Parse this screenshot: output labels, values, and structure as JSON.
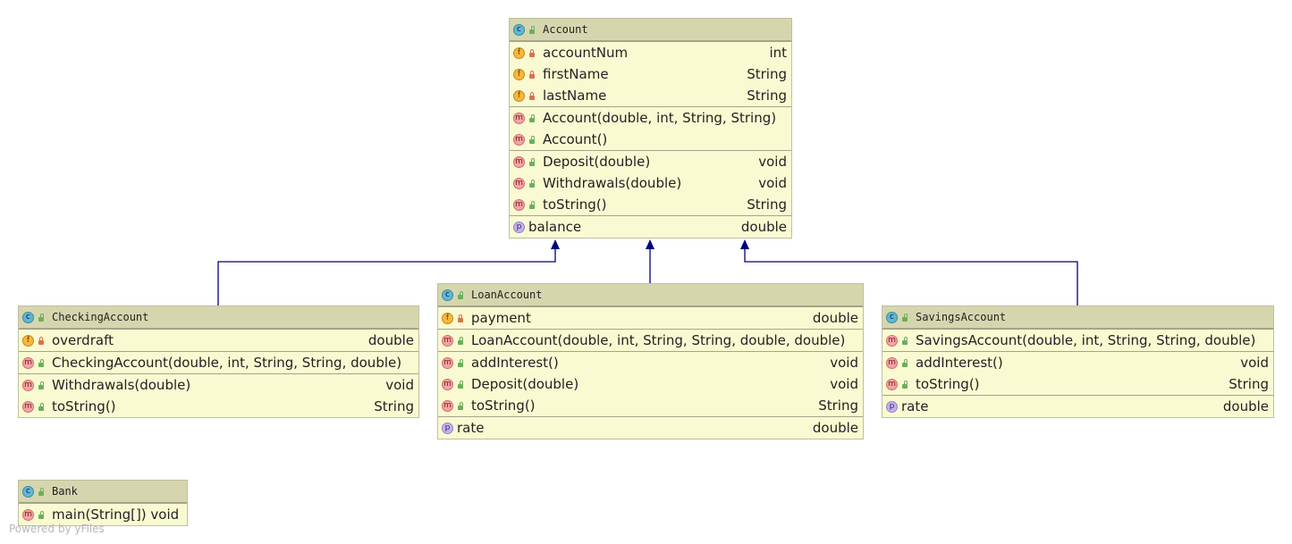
{
  "classes": {
    "account": {
      "name": "Account",
      "fields": [
        {
          "name": "accountNum",
          "type": "int"
        },
        {
          "name": "firstName",
          "type": "String"
        },
        {
          "name": "lastName",
          "type": "String"
        }
      ],
      "constructors": [
        {
          "name": "Account(double, int, String, String)"
        },
        {
          "name": "Account()"
        }
      ],
      "methods": [
        {
          "name": "Deposit(double)",
          "type": "void"
        },
        {
          "name": "Withdrawals(double)",
          "type": "void"
        },
        {
          "name": "toString()",
          "type": "String"
        }
      ],
      "properties": [
        {
          "name": "balance",
          "type": "double"
        }
      ]
    },
    "checking": {
      "name": "CheckingAccount",
      "fields": [
        {
          "name": "overdraft",
          "type": "double"
        }
      ],
      "constructors": [
        {
          "name": "CheckingAccount(double, int, String, String, double)"
        }
      ],
      "methods": [
        {
          "name": "Withdrawals(double)",
          "type": "void"
        },
        {
          "name": "toString()",
          "type": "String"
        }
      ]
    },
    "loan": {
      "name": "LoanAccount",
      "fields": [
        {
          "name": "payment",
          "type": "double"
        }
      ],
      "constructors": [
        {
          "name": "LoanAccount(double, int, String, String, double, double)"
        }
      ],
      "methods": [
        {
          "name": "addInterest()",
          "type": "void"
        },
        {
          "name": "Deposit(double)",
          "type": "void"
        },
        {
          "name": "toString()",
          "type": "String"
        }
      ],
      "properties": [
        {
          "name": "rate",
          "type": "double"
        }
      ]
    },
    "savings": {
      "name": "SavingsAccount",
      "constructors": [
        {
          "name": "SavingsAccount(double, int, String, String, double)"
        }
      ],
      "methods": [
        {
          "name": "addInterest()",
          "type": "void"
        },
        {
          "name": "toString()",
          "type": "String"
        }
      ],
      "properties": [
        {
          "name": "rate",
          "type": "double"
        }
      ]
    },
    "bank": {
      "name": "Bank",
      "methods": [
        {
          "name": "main(String[]) void"
        }
      ]
    }
  },
  "badges": {
    "class": "c",
    "field": "f",
    "method": "m",
    "property": "p"
  },
  "footer": "Powered by yFiles",
  "colors": {
    "class_fill": "#fafad2",
    "header_fill": "#d6d6ae",
    "connector": "#000080"
  }
}
